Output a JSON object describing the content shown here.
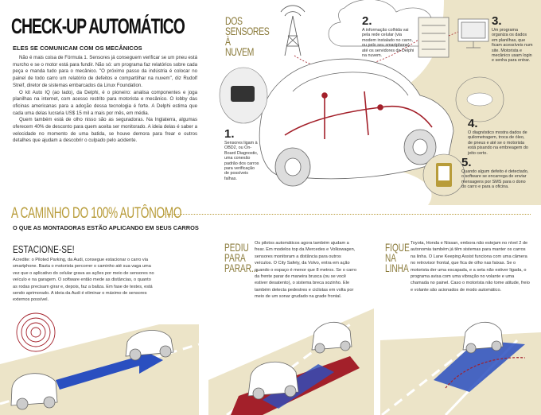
{
  "header": {
    "title": "CHECK-UP AUTOMÁTICO",
    "subtitle": "ELES SE COMUNICAM COM OS MECÂNICOS"
  },
  "intro": {
    "paragraphs": [
      "Não é mais coisa de Fórmula 1. Sensores já conseguem verificar se um pneu está murcho e se o motor está para fundir. Não só: um programa faz relatórios sobre cada peça e manda tudo para o mecânico. \"O próximo passo da indústria é colocar no painel de todo carro um relatório de defeitos e compartilhar na nuvem\", diz Rudolf Streif, diretor de sistemas embarcados da Linux Foundation.",
      "O kit Auto IQ (ao lado), da Delphi, é o pioneiro: analisa componentes e joga planilhas na internet, com acesso restrito para motorista e mecânico. O lobby das oficinas americanas para a adoção dessa tecnologia é forte. A Delphi estima que cada uma delas lucraria US$ 15 mil a mais por mês, em média.",
      "Quem também está de olho nisso são as seguradoras. Na Inglaterra, algumas oferecem 40% de desconto para quem aceita ser monitorado. A ideia delas é saber a velocidade no momento de uma batida, se houve demora para frear e outros detalhes que ajudam a descobrir o culpado pelo acidente."
    ]
  },
  "sensors": {
    "vertical_label": [
      "DOS",
      "SENSORES",
      "À",
      "NUVEM"
    ],
    "steps": [
      {
        "num": "1.",
        "text": "Sensores ligam à OBD2, ou On-Board Diagnostic, uma conexão padrão dos carros para verificação de possíveis falhas."
      },
      {
        "num": "2.",
        "text": "A informação colhida vai pela rede celular (via modem instalado no carro, ou pelo seu smartphone) até os servidores da Delphi na nuvem."
      },
      {
        "num": "3.",
        "text": "Um programa organiza os dados em planilhas, que ficam acessíveis num site. Motorista e mecânico usam login e senha para entrar."
      },
      {
        "num": "4.",
        "text": "O diagnóstico mostra dados de quilometragem, troca de óleo, de pneus e até se o motorista está pisando na embreagem do jeito certo."
      },
      {
        "num": "5.",
        "text": "Quando algum defeito é detectado, o software se encarrega de enviar mensagens por SMS para o dono do carro e para a oficina."
      }
    ]
  },
  "section2": {
    "title": "A CAMINHO DO 100% AUTÔNOMO",
    "subtitle": "O QUE AS MONTADORAS ESTÃO APLICANDO EM SEUS CARROS"
  },
  "columns": [
    {
      "heading": "ESTACIONE-SE!",
      "text": "Acredite: o Piloted Parking, da Audi, consegue estacionar o carro via smartphone. Basta o motorista percorrer o caminho até sua vaga uma vez que o aplicativo do celular grava as ações por meio de sensores no veículo e na garagem. O software então mede as distâncias, o quanto as rodas precisam girar e, depois, faz a baliza. Em fase de testes, está sendo aprimorado. A ideia da Audi é eliminar o máximo de sensores externos possível."
    },
    {
      "heading_lines": [
        "PEDIU",
        "PARA",
        "PARAR..."
      ],
      "text": "Os pilotos automáticos agora também ajudam a frear. Em modelos top da Mercedes e Volkswagen, sensores monitoram a distância para outros veículos. O City Safety, da Volvo, entra em ação quando o espaço é menor que 8 metros. Se o carro da frente parar de maneira brusca (ou se você estiver desatento), o sistema breca sozinho. Ele também detecta pedestres e ciclistas em volta por meio de um sonar grudado na grade frontal."
    },
    {
      "heading_lines": [
        "FIQUE",
        "NA",
        "LINHA"
      ],
      "text": "Toyota, Honda e Nissan, embora não estejam no nível 2 de autonomia também já têm sistemas para manter os carros na linha. O Lane Keeping Assist funciona com uma câmera no retrovisor frontal, que fica de olho nas faixas. Se o motorista der uma escapada, e a seta não estiver ligada, o programa avisa com uma vibração no volante e uma chamada no painel. Caso o motorista não tome atitude, freio e volante são acionados de modo automático."
    }
  ],
  "colors": {
    "accent": "#b89c3a",
    "red": "#a3202a",
    "blue": "#2a4fc0",
    "beige": "#ece4c8"
  }
}
